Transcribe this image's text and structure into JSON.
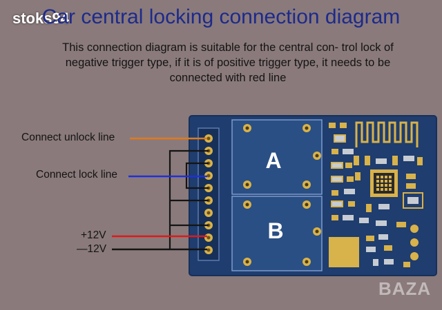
{
  "watermark": "stoks94",
  "title": "Car central locking connection diagram",
  "description": "This connection diagram is suitable for the central con- trol lock of negative trigger type, if it is of positive trigger type, it needs to be connected with red line",
  "labels": {
    "unlock": "Connect unlock line",
    "lock": "Connect lock line",
    "plus12": "+12V",
    "minus12": "—12V"
  },
  "relays": {
    "a": "A",
    "b": "B"
  },
  "brand": "BAZA",
  "colors": {
    "board": "#1f3d6e",
    "relay": "#2a4f84",
    "pad": "#d8b24a",
    "wire_unlock": "#e07a1a",
    "wire_lock": "#1f2fd8",
    "wire_plus": "#e0181a",
    "wire_ground": "#141414"
  }
}
